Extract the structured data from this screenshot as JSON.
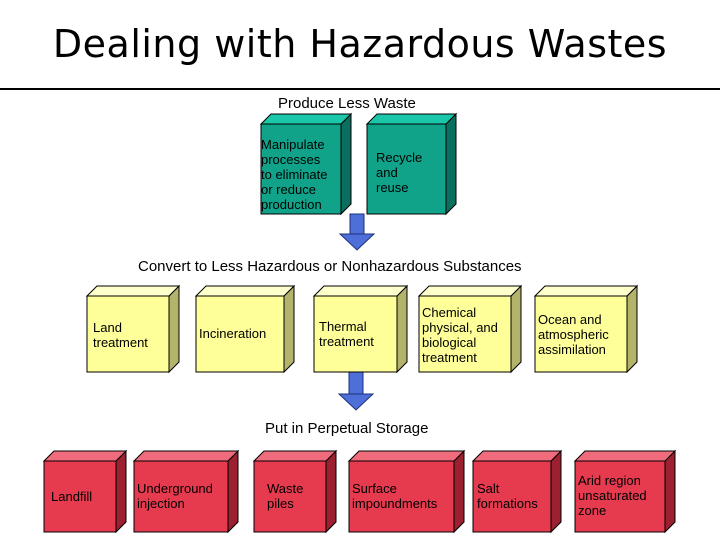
{
  "title": "Dealing with Hazardous Wastes",
  "colors": {
    "green_front": "#10a38a",
    "green_side": "#0b6f5f",
    "green_top": "#1bc7a9",
    "yellow_front": "#ffff99",
    "yellow_side": "#b3b36b",
    "yellow_top": "#ffffcc",
    "red_front": "#e63a4f",
    "red_side": "#9b2030",
    "red_top": "#f06b7b",
    "arrow": "#4f6fd8"
  },
  "tier1": {
    "heading": "Produce Less Waste",
    "boxes": [
      {
        "label": "Manipulate\nprocesses\nto eliminate\nor reduce\nproduction"
      },
      {
        "label": "Recycle\nand\nreuse"
      }
    ]
  },
  "tier2": {
    "heading": "Convert to Less Hazardous or Nonhazardous Substances",
    "boxes": [
      {
        "label": "Land\ntreatment"
      },
      {
        "label": "Incineration"
      },
      {
        "label": "Thermal\ntreatment"
      },
      {
        "label": "Chemical\nphysical, and\nbiological\ntreatment"
      },
      {
        "label": "Ocean and\natmospheric\nassimilation"
      }
    ]
  },
  "tier3": {
    "heading": "Put in Perpetual Storage",
    "boxes": [
      {
        "label": "Landfill"
      },
      {
        "label": "Underground\ninjection"
      },
      {
        "label": "Waste\npiles"
      },
      {
        "label": "Surface\nimpoundments"
      },
      {
        "label": "Salt\nformations"
      },
      {
        "label": "Arid region\nunsaturated\nzone"
      }
    ]
  }
}
